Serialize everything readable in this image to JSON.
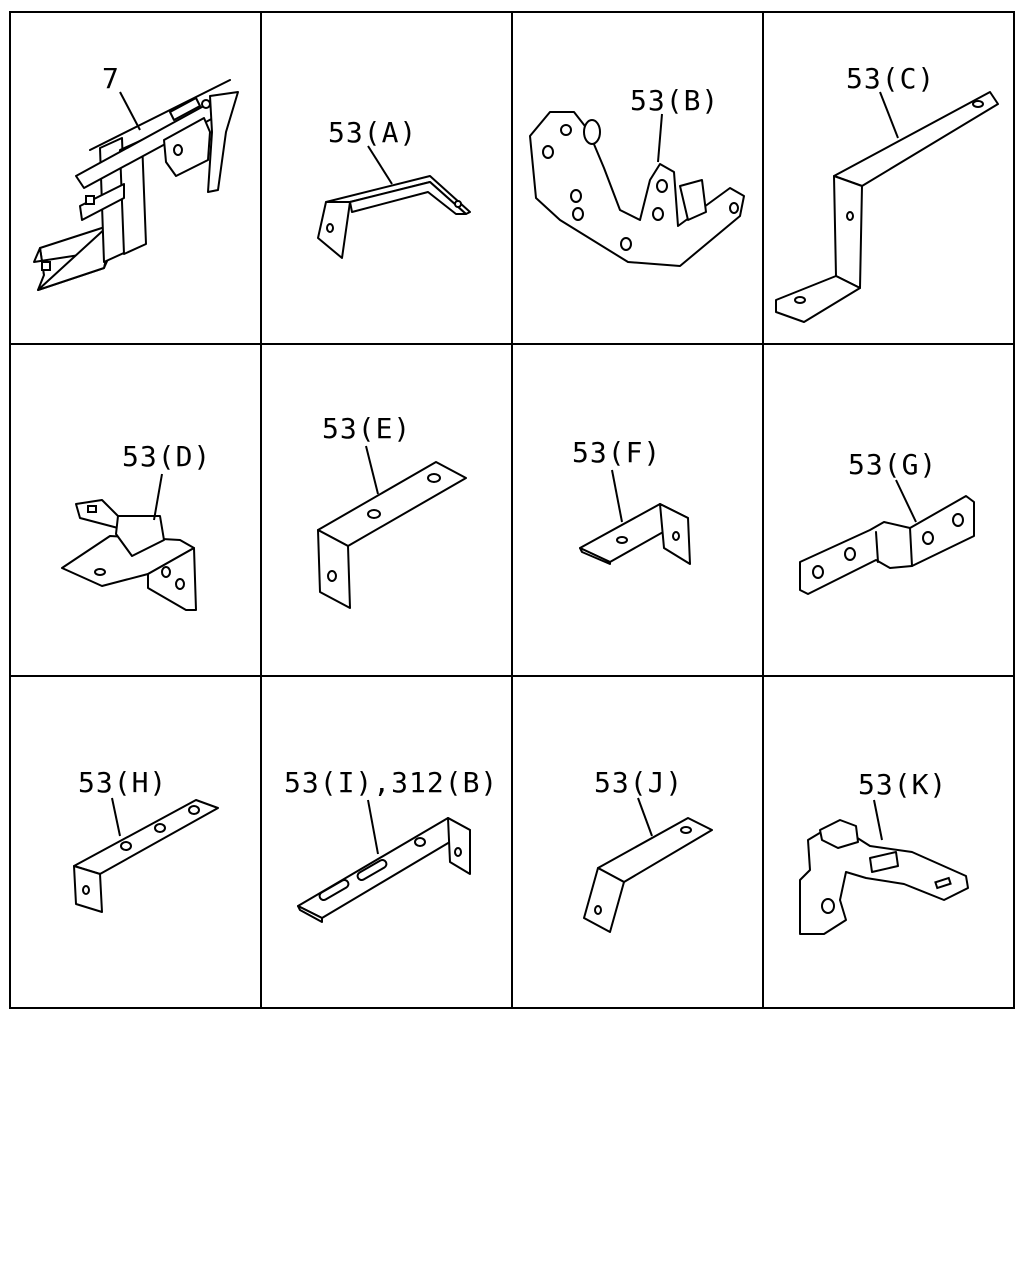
{
  "callouts": {
    "p7": "7",
    "p53a": "53(A)",
    "p53b": "53(B)",
    "p53c": "53(C)",
    "p53d": "53(D)",
    "p53e": "53(E)",
    "p53f": "53(F)",
    "p53g": "53(G)",
    "p53h": "53(H)",
    "p53i": "53(I),312(B)",
    "p53j": "53(J)",
    "p53k": "53(K)"
  },
  "colors": {
    "line": "#000000",
    "background": "#ffffff"
  }
}
